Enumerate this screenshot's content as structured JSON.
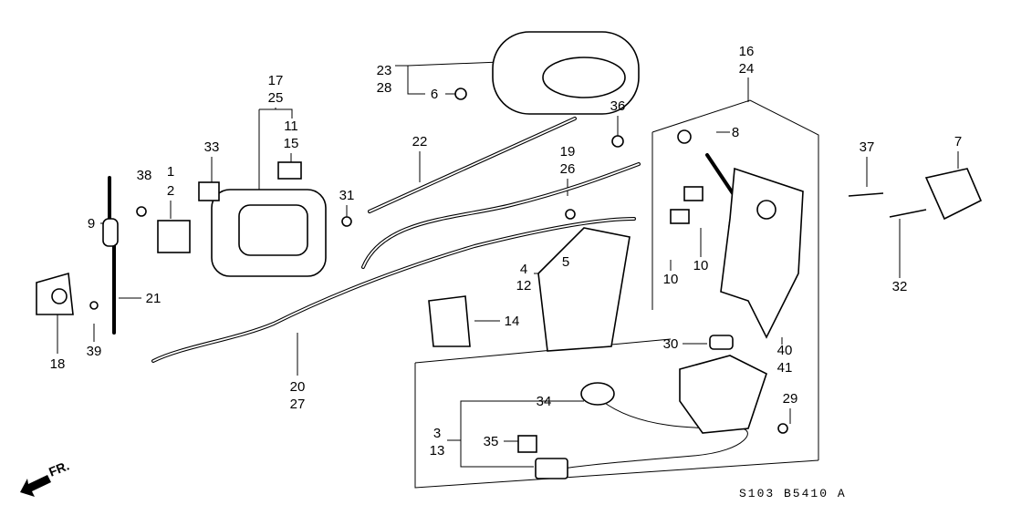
{
  "labels": [
    "23",
    "28",
    "6",
    "36",
    "22",
    "19",
    "26",
    "17",
    "25",
    "11",
    "15",
    "33",
    "38",
    "1",
    "2",
    "9",
    "31",
    "16",
    "24",
    "8",
    "37",
    "7",
    "32",
    "10",
    "10",
    "4",
    "5",
    "12",
    "14",
    "21",
    "39",
    "18",
    "20",
    "27",
    "30",
    "40",
    "41",
    "34",
    "29",
    "3",
    "13",
    "35"
  ],
  "diagram_code": "S103 B5410 A",
  "front_indicator": "FR."
}
